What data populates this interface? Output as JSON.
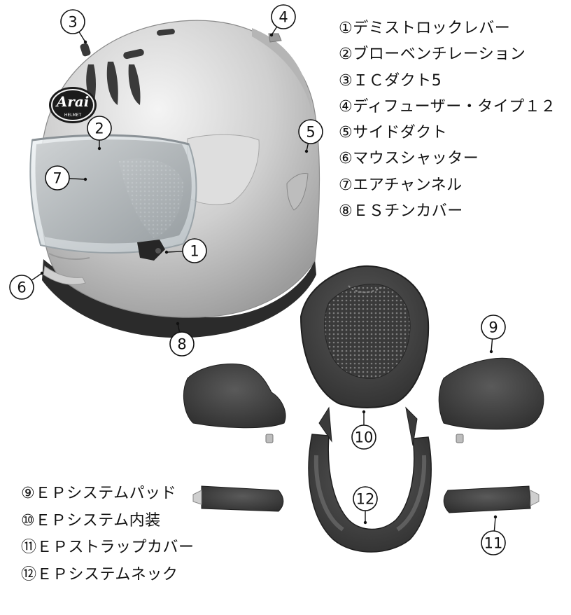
{
  "logo": {
    "brand": "Arai",
    "sub": "HELMET"
  },
  "legend_top": [
    {
      "label": "①デミストロックレバー"
    },
    {
      "label": "②ブローベンチレーション"
    },
    {
      "label": "③ＩＣダクト5"
    },
    {
      "label": "④ディフューザー・タイプ１２"
    },
    {
      "label": "⑤サイドダクト"
    },
    {
      "label": "⑥マウスシャッター"
    },
    {
      "label": "⑦エアチャンネル"
    },
    {
      "label": "⑧ＥＳチンカバー"
    }
  ],
  "legend_bottom": [
    {
      "label": "⑨ＥＰシステムパッド"
    },
    {
      "label": "⑩ＥＰシステム内装"
    },
    {
      "label": "⑪ＥＰストラップカバー"
    },
    {
      "label": "⑫ＥＰシステムネック"
    }
  ],
  "callouts": [
    "1",
    "2",
    "3",
    "4",
    "5",
    "6",
    "7",
    "8",
    "9",
    "10",
    "11",
    "12"
  ]
}
